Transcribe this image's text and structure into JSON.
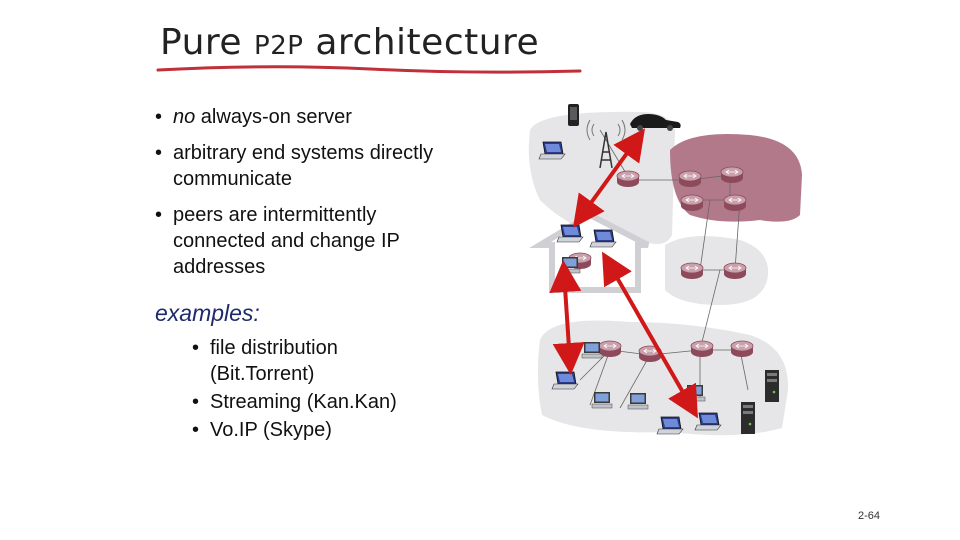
{
  "slide": {
    "title_part1": "Pure",
    "title_part2": "P2P",
    "title_part3": "architecture",
    "bullets": [
      {
        "em": "no",
        "text": " always-on server"
      },
      {
        "em": "",
        "text": "arbitrary end systems directly communicate"
      },
      {
        "em": "",
        "text": "peers are intermittently connected and change IP addresses"
      }
    ],
    "examples_heading": "examples:",
    "examples": [
      "file distribution (Bit.Torrent)",
      "Streaming (Kan.Kan)",
      "Vo.IP (Skype)"
    ],
    "page_number": "2-64"
  },
  "colors": {
    "underline": "#c0303a",
    "arrow": "#d01818",
    "network_region": "#e6e6e8",
    "isp_region": "#b2798a",
    "router": "#a0606f"
  }
}
